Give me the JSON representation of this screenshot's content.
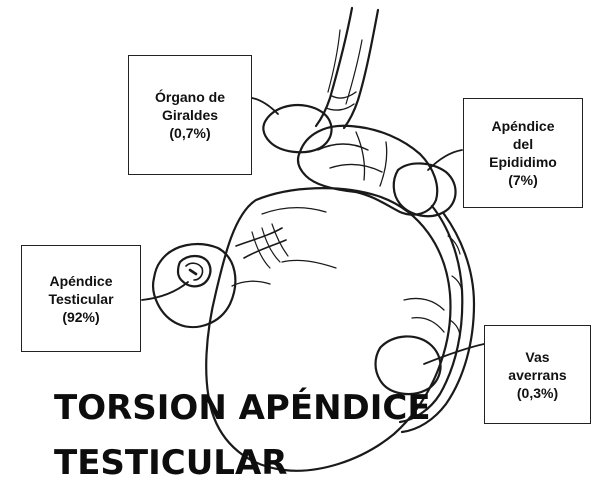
{
  "labels": {
    "organo": {
      "line1": "Órgano de",
      "line2": "Giraldes",
      "pct": "(0,7%)"
    },
    "epididimo": {
      "line1": "Apéndice",
      "line2": "del",
      "line3": "Epididimo",
      "pct": "(7%)"
    },
    "testicular": {
      "line1": "Apéndice",
      "line2": "Testicular",
      "pct": "(92%)"
    },
    "vas": {
      "line1": "Vas",
      "line2": "averrans",
      "pct": "(0,3%)"
    }
  },
  "title": {
    "line1": "TORSION APÉNDICE",
    "line2": "TESTICULAR"
  }
}
